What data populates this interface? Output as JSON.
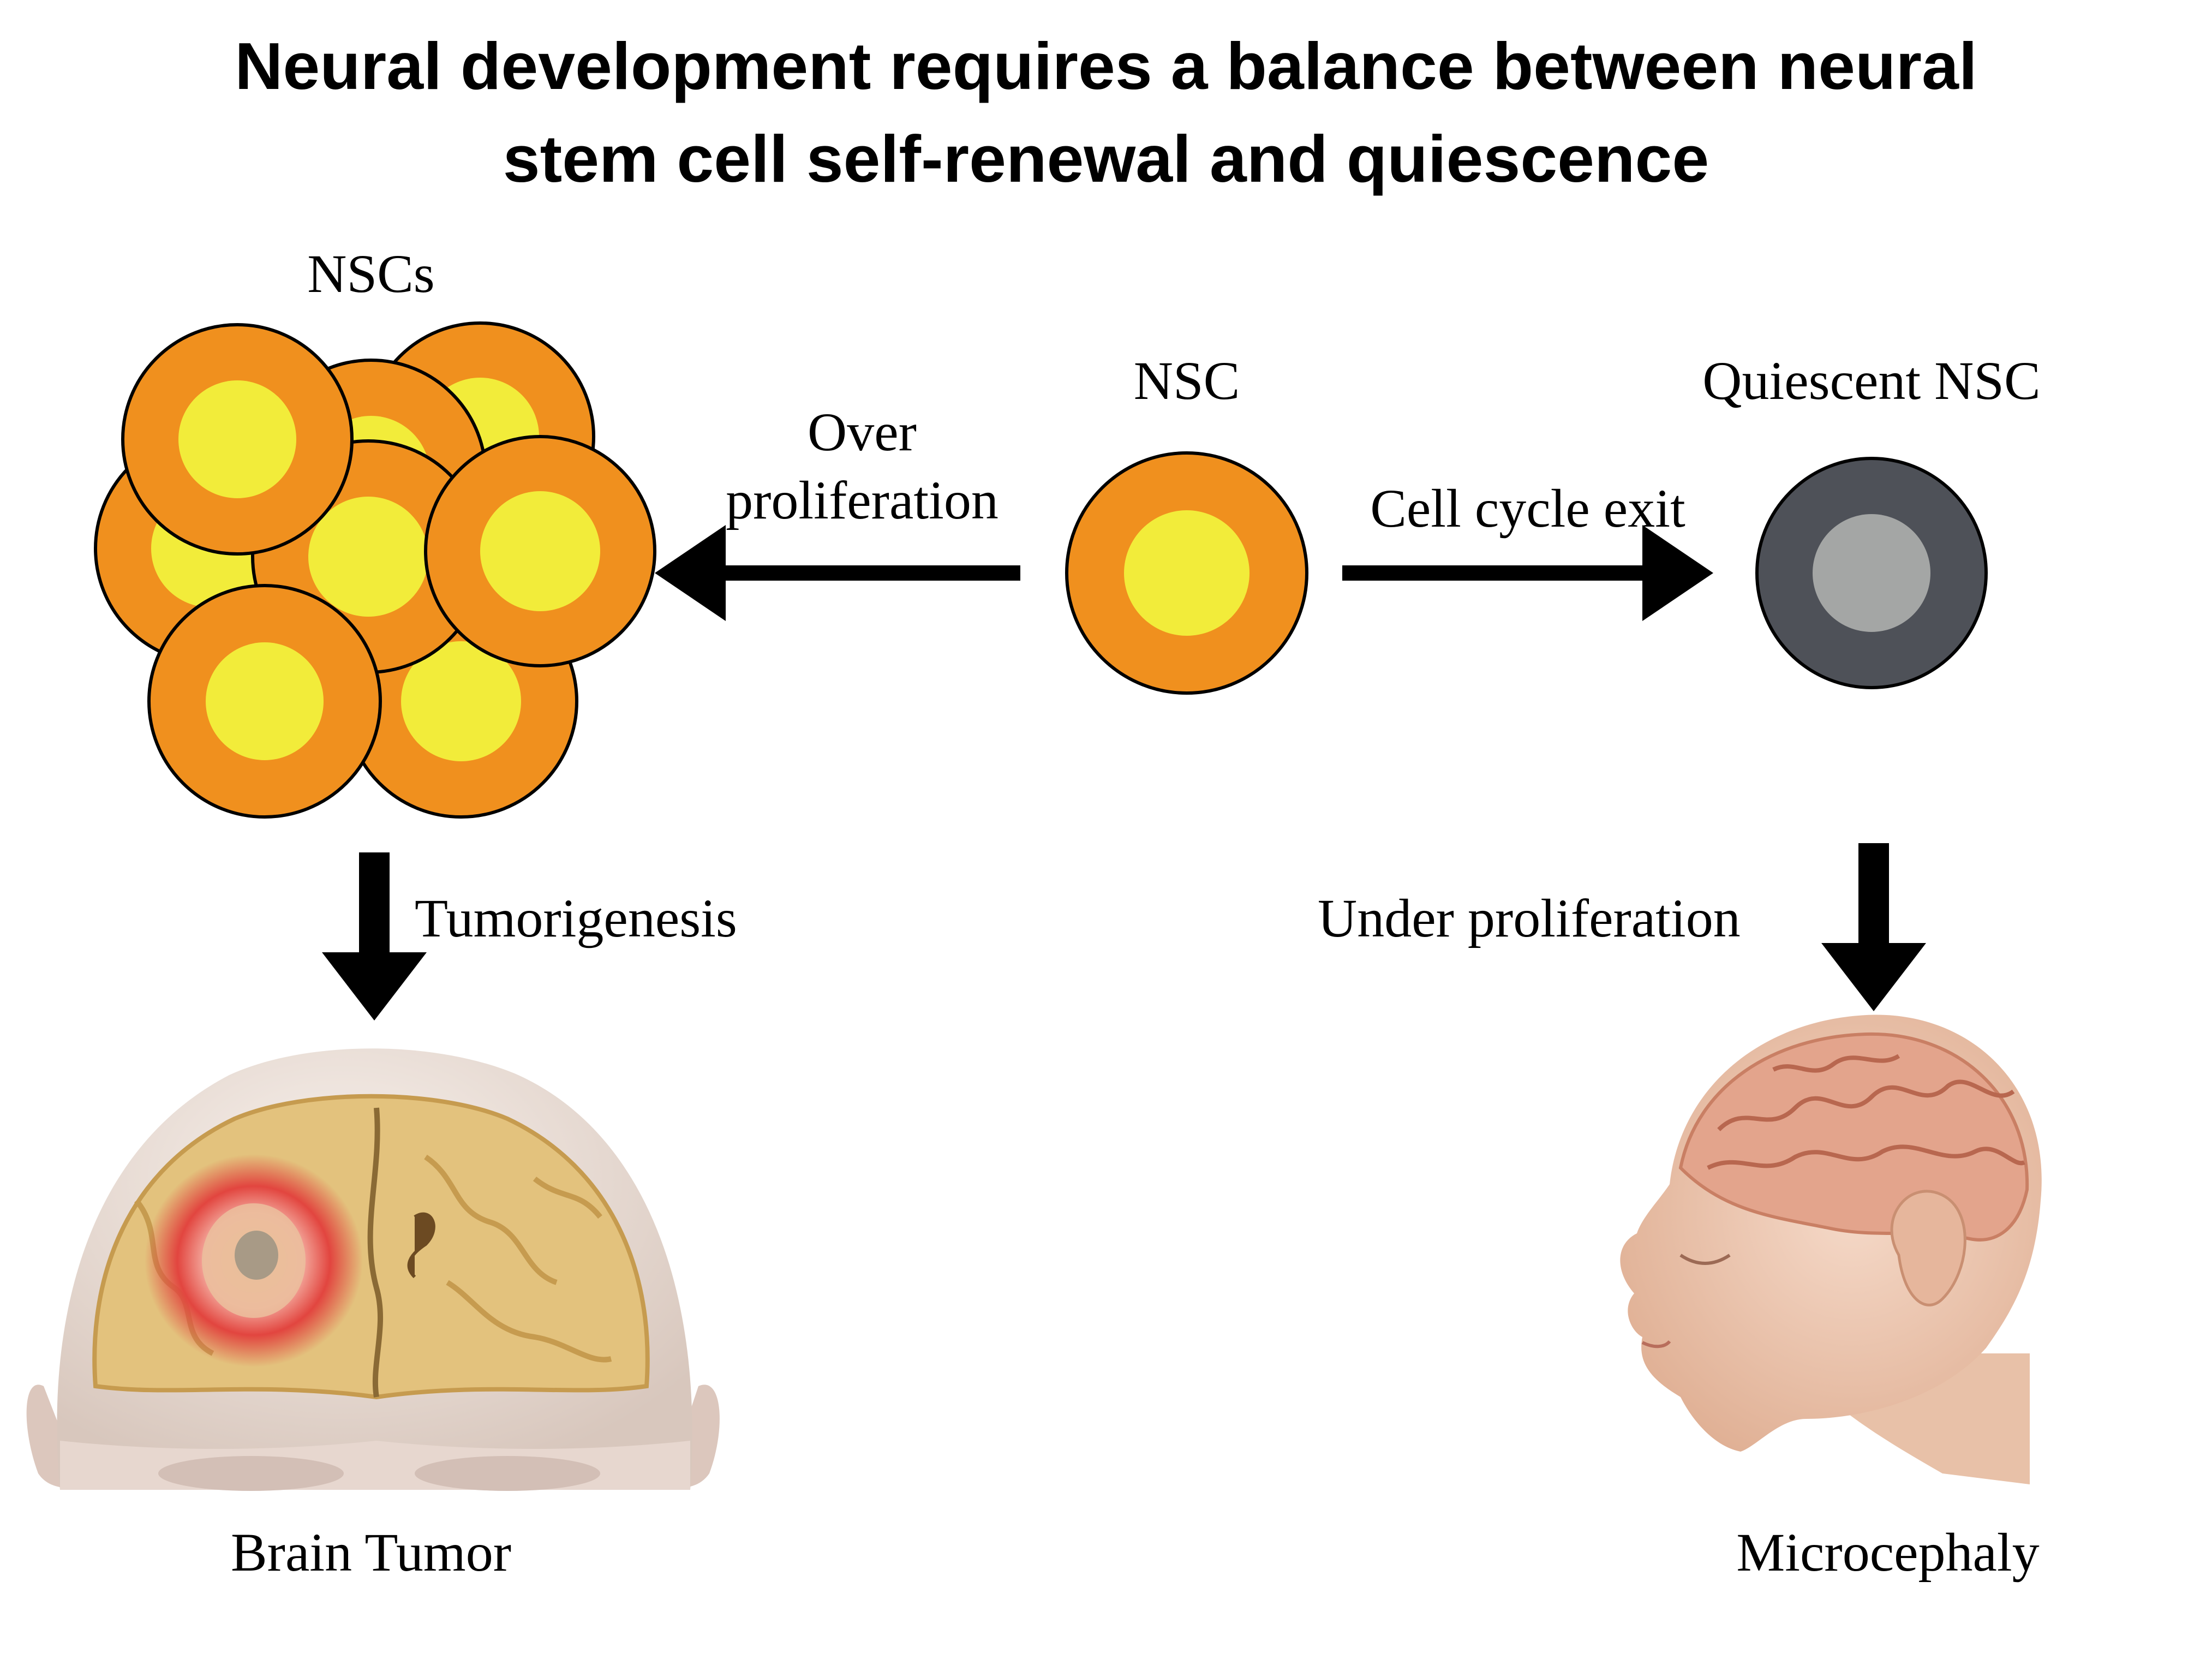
{
  "title": {
    "line1": "Neural development requires a balance between neural",
    "line2": "stem cell self-renewal and quiescence"
  },
  "labels": {
    "nscs": "NSCs",
    "nsc": "NSC",
    "quiescent_nsc": "Quiescent NSC",
    "over": "Over",
    "proliferation": "proliferation",
    "cell_cycle_exit": "Cell cycle exit",
    "tumorigenesis": "Tumorigenesis",
    "under_proliferation": "Under proliferation",
    "brain_tumor": "Brain Tumor",
    "microcephaly": "Microcephaly"
  },
  "colors": {
    "nsc_outer": "#F0901E",
    "nsc_inner": "#F2EC3A",
    "quiescent_outer": "#4E5158",
    "quiescent_inner": "#A4A6A5",
    "outline": "#000000",
    "arrow": "#000000",
    "background": "#FFFFFF",
    "tumor": "#E0463F",
    "brain": "#E3C27D",
    "skin": "#EFC8AE"
  },
  "icons": {
    "arrow_left": "arrow-left-icon",
    "arrow_right": "arrow-right-icon",
    "arrow_down": "arrow-down-icon"
  }
}
